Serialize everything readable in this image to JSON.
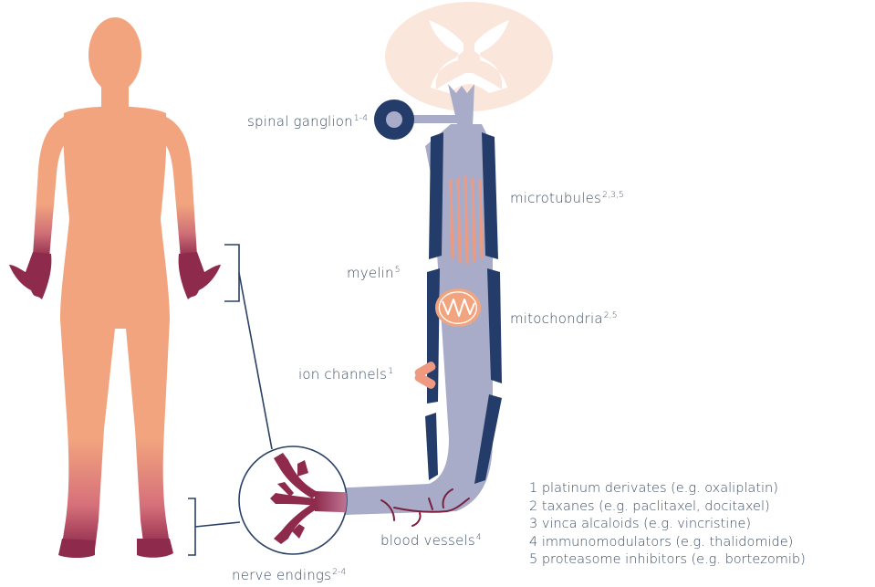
{
  "labels": {
    "spinal_ganglion": {
      "text": "spinal ganglion",
      "ref": "1-4"
    },
    "microtubules": {
      "text": "microtubules",
      "ref": "2,3,5"
    },
    "myelin": {
      "text": "myelin",
      "ref": "5"
    },
    "mitochondria": {
      "text": "mitochondria",
      "ref": "2,5"
    },
    "ion_channels": {
      "text": "ion channels",
      "ref": "1"
    },
    "blood_vessels": {
      "text": "blood vessels",
      "ref": "4"
    },
    "nerve_endings": {
      "text": "nerve endings",
      "ref": "2-4"
    }
  },
  "legend": [
    {
      "num": "1",
      "text": "platinum derivates (e.g. oxaliplatin)"
    },
    {
      "num": "2",
      "text": "taxanes (e.g. paclitaxel, docitaxel)"
    },
    {
      "num": "3",
      "text": "vinca alcaloids (e.g. vincristine)"
    },
    {
      "num": "4",
      "text": "immunomodulators (e.g. thalidomide)"
    },
    {
      "num": "5",
      "text": "proteasome inhibitors (e.g. bortezomib)"
    }
  ],
  "colors": {
    "body": "#f2a47e",
    "body_extremity": "#8e2a4c",
    "nerve": "#a9acc8",
    "myelin": "#233c6a",
    "spinal_cord": "#fbe6dc",
    "grey_matter": "#ffffff",
    "accent": "#ee9a80",
    "text": "#3e4d63",
    "connector": "#2a4066"
  }
}
